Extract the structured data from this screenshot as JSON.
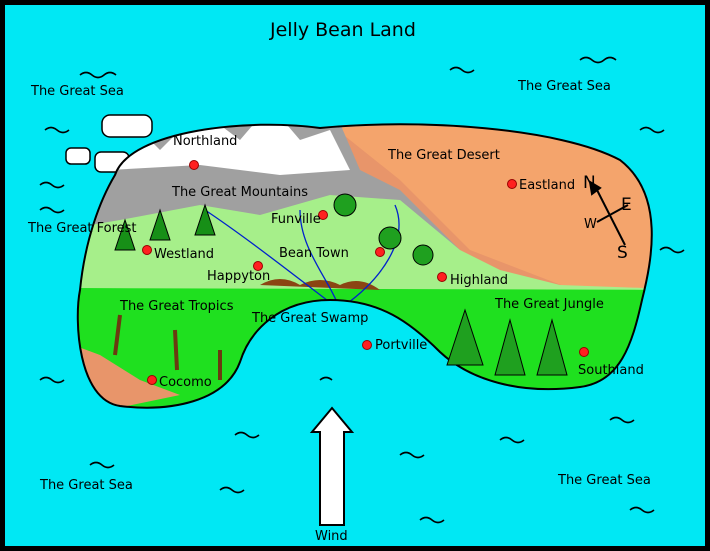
{
  "title": "Jelly Bean Land",
  "seas": [
    "The Great Sea",
    "The Great Sea",
    "The Great Sea",
    "The Great Sea"
  ],
  "regions": {
    "northland": "Northland",
    "desert": "The Great Desert",
    "mountains": "The Great Mountains",
    "forest": "The Great Forest",
    "tropics": "The Great Tropics",
    "jungle": "The Great Jungle",
    "swamp": "The Great Swamp"
  },
  "towns": {
    "eastland": "Eastland",
    "funville": "Funville",
    "westland": "Westland",
    "beantown": "Bean Town",
    "happyton": "Happyton",
    "highland": "Highland",
    "portville": "Portville",
    "southland": "Southland",
    "cocomo": "Cocomo"
  },
  "compass": {
    "n": "N",
    "e": "E",
    "w": "W",
    "s": "S"
  },
  "wind_label": "Wind",
  "colors": {
    "sea": "#00e8f4",
    "desert": "#f4a46c",
    "grass": "#a6ef8a",
    "jungle": "#1fe01f",
    "mountain": "#a0a0a0",
    "town": "#ff2020",
    "coast": "#e8956a"
  }
}
